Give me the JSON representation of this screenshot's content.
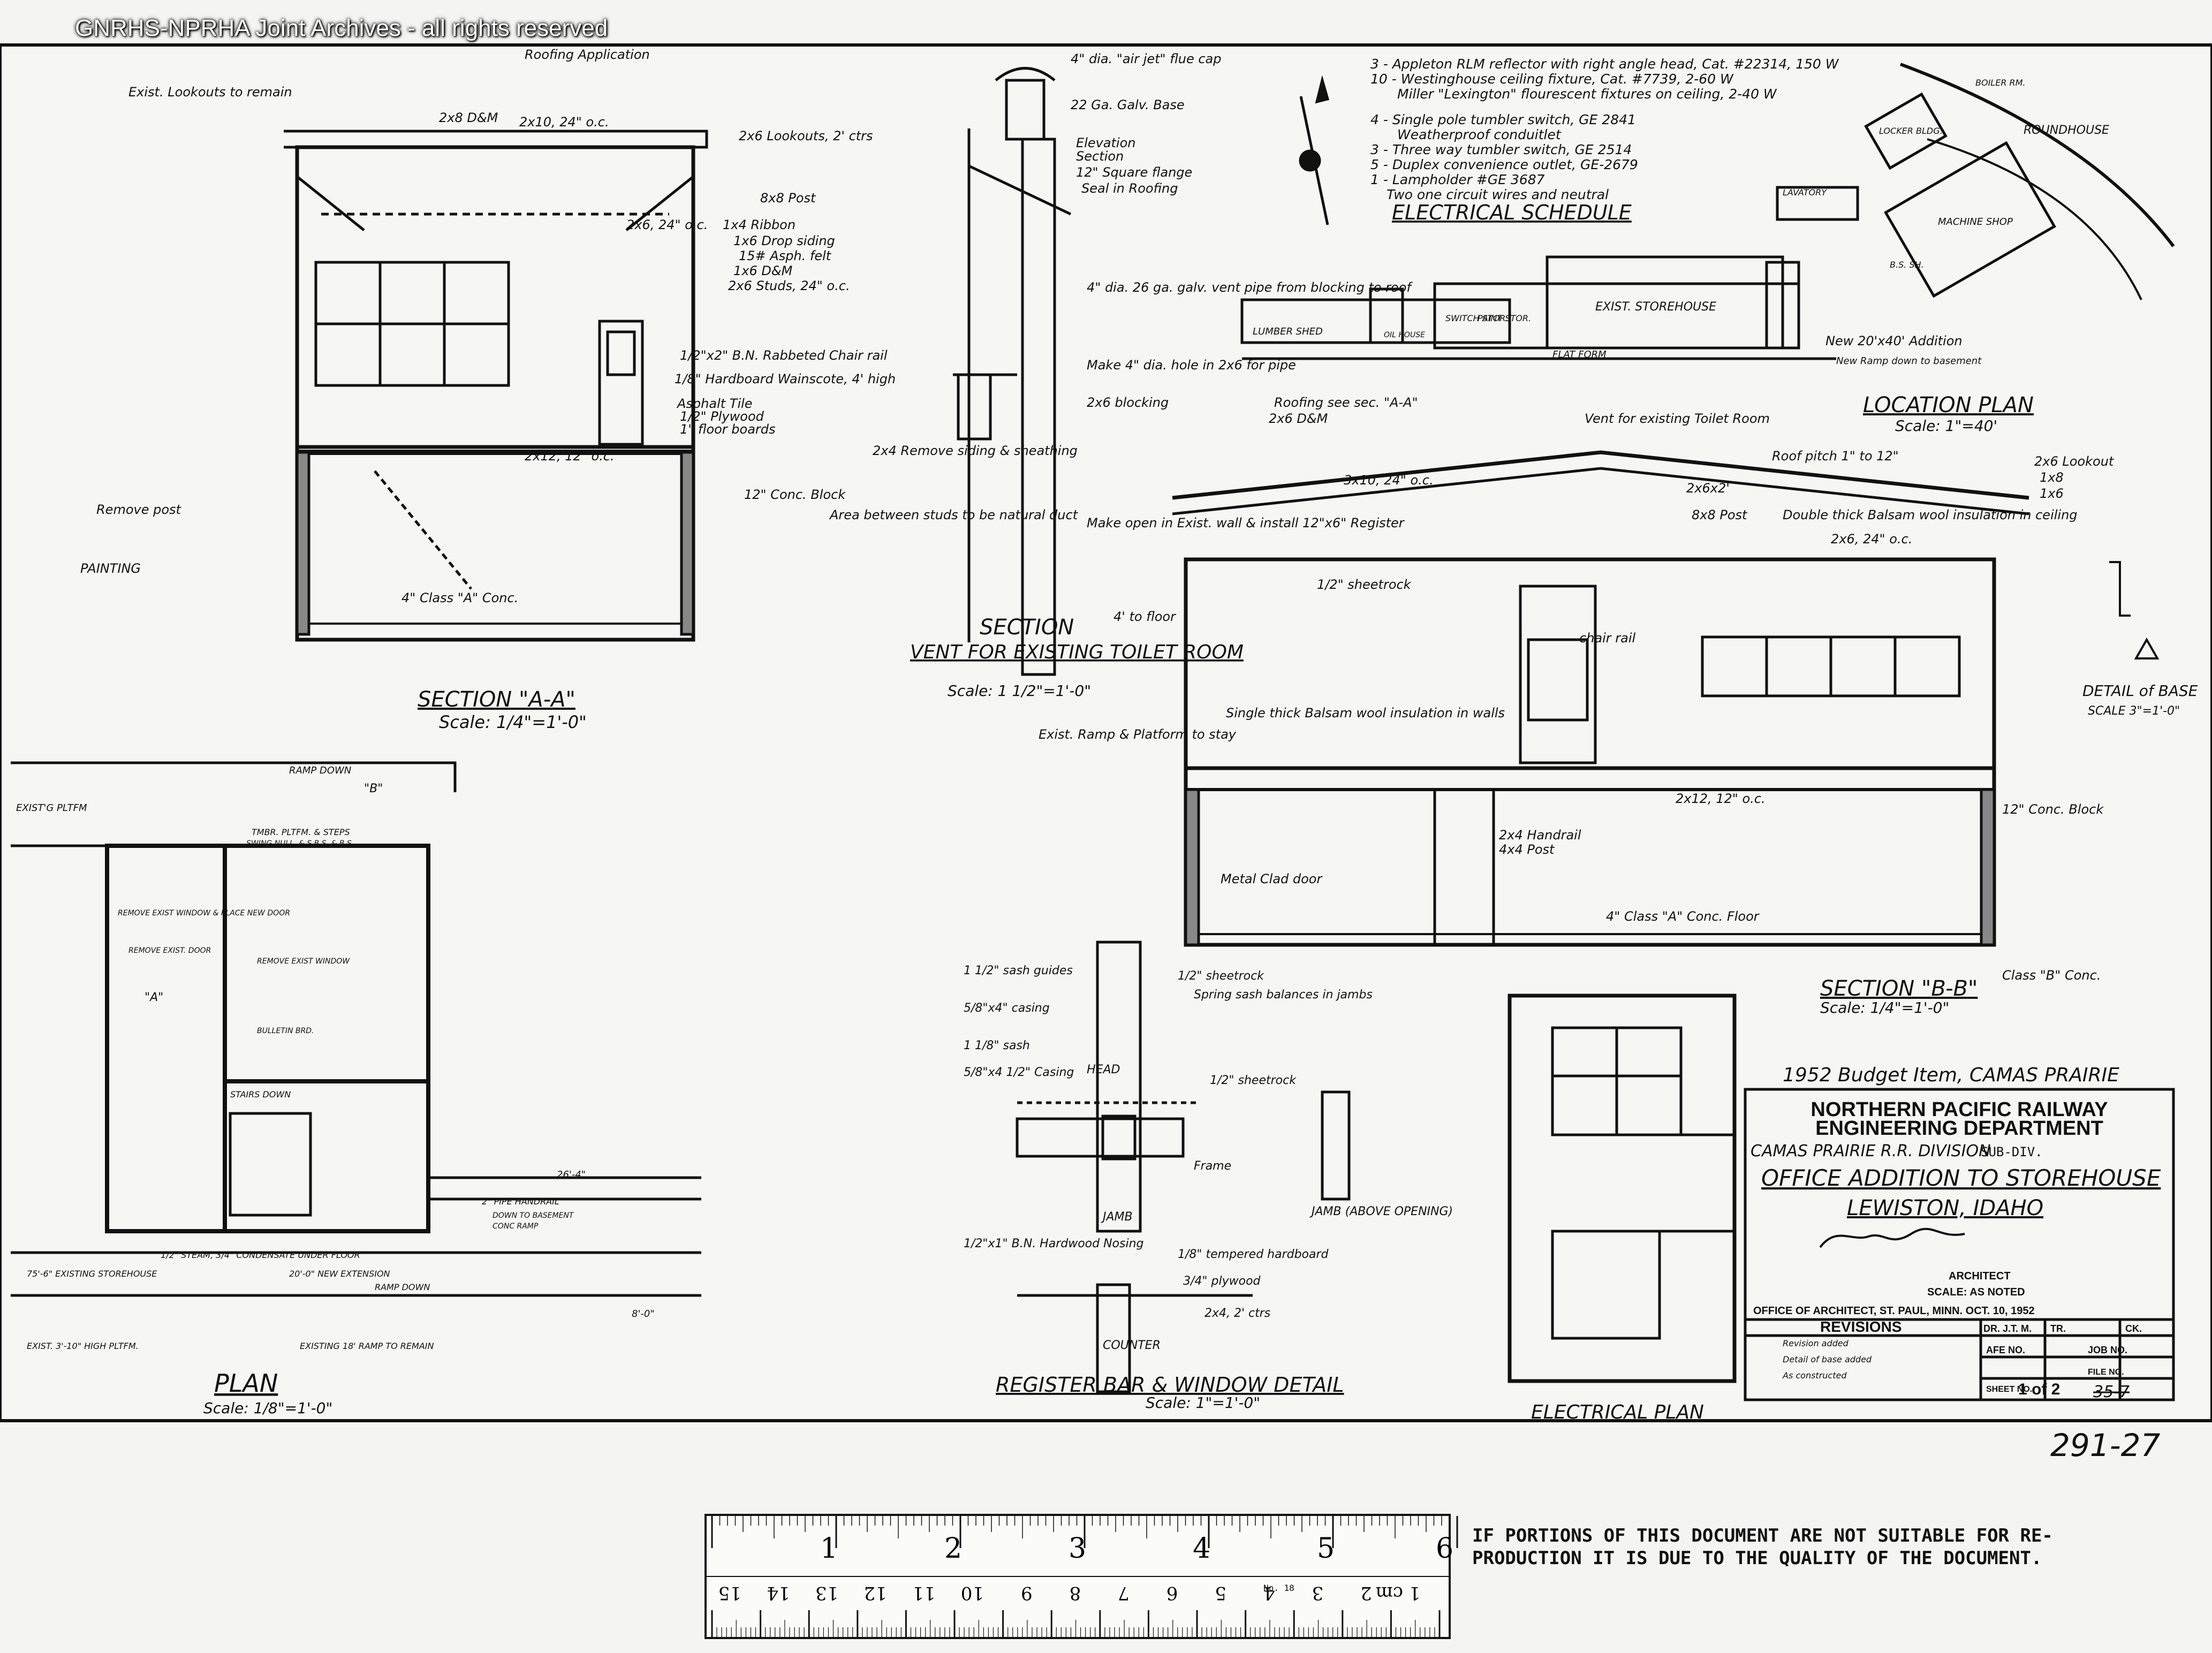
{
  "watermark": "GNRHS-NPRHA Joint Archives - all rights reserved",
  "section_aa": {
    "title": "SECTION \"A-A\"",
    "scale": "Scale: 1/4\"=1'-0\"",
    "notes": [
      "Exist. Lookouts to remain",
      "Roofing Application",
      "2x8 D&M",
      "2x10, 24\" o.c.",
      "2x6 Lookouts, 2' ctrs",
      "8x8 Post",
      "2x6, 24\" o.c.",
      "1x4 Ribbon",
      "1x6 Drop siding",
      "15# Asph. felt",
      "1x6 D&M",
      "2x6 Studs, 24\" o.c.",
      "1/2\"x2\" B.N. Rabbeted Chair rail",
      "1/8\" Hardboard Wainscote, 4' high",
      "Asphalt Tile",
      "1/2\" Plywood",
      "1\" floor boards",
      "2x12, 12\" o.c.",
      "12\" Conc. Block",
      "Remove post",
      "PAINTING",
      "4\" Class \"A\" Conc."
    ]
  },
  "vent_detail": {
    "title": "SECTION",
    "subtitle": "VENT FOR EXISTING TOILET ROOM",
    "scale": "Scale: 1 1/2\"=1'-0\"",
    "notes": [
      "4\" dia. \"air jet\" flue cap",
      "22 Ga. Galv. Base",
      "Elevation",
      "Section",
      "12\" Square flange",
      "Seal in Roofing",
      "4\" dia. 26 ga. galv. vent pipe from blocking to roof",
      "Make 4\" dia. hole in 2x6 for pipe",
      "2x6 blocking",
      "2x4 Remove siding & sheathing",
      "Make open in Exist. wall & install 12\"x6\" Register",
      "Area between studs to be natural duct",
      "4' to floor"
    ]
  },
  "electrical_schedule": {
    "title": "ELECTRICAL SCHEDULE",
    "items": [
      "3 - Appleton RLM reflector with right angle head, Cat. #22314, 150 W",
      "10 - Westinghouse ceiling fixture, Cat. #7739, 2-60 W",
      "Miller \"Lexington\" flourescent fixtures on ceiling, 2-40 W",
      "4 - Single pole tumbler switch, GE 2841",
      "Weatherproof conduitlet",
      "3 - Three way tumbler switch, GE 2514",
      "5 - Duplex convenience outlet, GE-2679",
      "1 - Lampholder #GE 3687",
      "Two one circuit wires and neutral"
    ]
  },
  "location_plan": {
    "title": "LOCATION PLAN",
    "scale": "Scale: 1\"=40'",
    "labels": [
      "LUMBER SHED",
      "OIL HOUSE",
      "SWITCH STOR.",
      "PAINT STOR.",
      "FLAT FORM",
      "EXIST. STOREHOUSE",
      "New 20'x40' Addition",
      "New Ramp down to basement",
      "ROUNDHOUSE",
      "MACHINE SHOP",
      "LOCKER BLDG.",
      "BOILER RM.",
      "LAVATORY",
      "B.S. SH."
    ]
  },
  "section_bb": {
    "title": "SECTION \"B-B\"",
    "scale": "Scale: 1/4\"=1'-0\"",
    "notes": [
      "Roofing see sec. \"A-A\"",
      "2x6 D&M",
      "Vent for existing Toilet Room",
      "Roof pitch 1\" to 12\"",
      "2x6 Lookout",
      "1x8",
      "1x6",
      "3x10, 24\" o.c.",
      "2x6x2'",
      "8x8 Post",
      "Double thick Balsam wool insulation in ceiling",
      "2x6, 24\" o.c.",
      "1/2\" sheetrock",
      "chair rail",
      "Single thick Balsam wool insulation in walls",
      "Exist. Ramp & Platform to stay",
      "2x12, 12\" o.c.",
      "12\" Conc. Block",
      "2x4 Handrail",
      "4x4 Post",
      "4\" Class \"A\" Conc. Floor",
      "Class \"B\" Conc.",
      "Metal Clad door"
    ]
  },
  "detail_of_base": {
    "title": "DETAIL of BASE",
    "scale": "SCALE 3\"=1'-0\""
  },
  "plan": {
    "title": "PLAN",
    "scale": "Scale: 1/8\"=1'-0\"",
    "notes": [
      "EXIST'G PLTFM",
      "RAMP DOWN",
      "TMBR. PLTFM. & STEPS",
      "SWING NULL. & S.B.S. & B.S.",
      "REMOVE EXIST WINDOW & PLACE NEW DOOR",
      "REMOVE EXIST. DOOR",
      "REMOVE EXIST WINDOW",
      "BULLETIN BRD.",
      "STAIRS DOWN",
      "\"B\"",
      "\"A\"",
      "26'-4\"",
      "2\" PIPE HANDRAIL",
      "DOWN TO BASEMENT",
      "CONC RAMP",
      "1/2\" STEAM, 3/4\" CONDENSATE UNDER FLOOR",
      "75'-6\" EXISTING STOREHOUSE",
      "20'-0\" NEW EXTENSION",
      "RAMP DOWN",
      "EXIST. 3'-10\" HIGH PLTFM.",
      "EXISTING 18' RAMP TO REMAIN",
      "8'-0\""
    ]
  },
  "register_detail": {
    "title": "REGISTER BAR & WINDOW DETAIL",
    "scale": "Scale: 1\"=1'-0\"",
    "notes": [
      "1 1/2\" sash guides",
      "1/2\" sheetrock",
      "Spring sash balances in jambs",
      "5/8\"x4\" casing",
      "HEAD",
      "1 1/8\" sash",
      "5/8\"x4 1/2\" Casing",
      "1/2\" sheetrock",
      "JAMB",
      "JAMB (ABOVE OPENING)",
      "Frame",
      "1/2\"x1\" B.N. Hardwood Nosing",
      "1/8\" tempered hardboard",
      "3/4\" plywood",
      "2x4, 2' ctrs",
      "COUNTER"
    ]
  },
  "electrical_plan": {
    "title": "ELECTRICAL PLAN"
  },
  "title_block": {
    "budget_item": "1952 Budget Item, CAMAS PRAIRIE",
    "company": "NORTHERN PACIFIC RAILWAY",
    "department": "ENGINEERING DEPARTMENT",
    "division": "CAMAS PRAIRIE R.R. DIVISION",
    "subdiv": "SUB-DIV.",
    "project": "OFFICE ADDITION TO STOREHOUSE",
    "location": "LEWISTON, IDAHO",
    "signature": "",
    "architect_label": "ARCHITECT",
    "scale_line": "SCALE: AS NOTED",
    "office_line": "OFFICE OF ARCHITECT, ST. PAUL, MINN.  OCT. 10, 1952",
    "revisions_label": "REVISIONS",
    "revisions": [
      "Revision added",
      "Detail of base added",
      "As constructed"
    ],
    "dr": "DR. J.T. M.",
    "tr": "TR.",
    "ck": "CK.",
    "afe_label": "AFE NO.",
    "job_label": "JOB NO.",
    "sheet_label": "SHEET NO.",
    "sheet_value": "1 of 2",
    "file_label": "FILE NO.",
    "file_value": "35-7"
  },
  "drawing_number": "291-27",
  "ruler": {
    "inch_marks": [
      "1",
      "2",
      "3",
      "4",
      "5",
      "6"
    ],
    "cm_marks": [
      "15",
      "14",
      "13",
      "12",
      "11",
      "10",
      "9",
      "8",
      "7",
      "6",
      "5",
      "4",
      "3",
      "2",
      "1 cm"
    ],
    "ruler_id": "No. 18"
  },
  "reproduction_notice": [
    "IF PORTIONS OF THIS DOCUMENT ARE NOT SUITABLE FOR RE-",
    "PRODUCTION IT IS DUE TO THE QUALITY OF THE DOCUMENT."
  ]
}
